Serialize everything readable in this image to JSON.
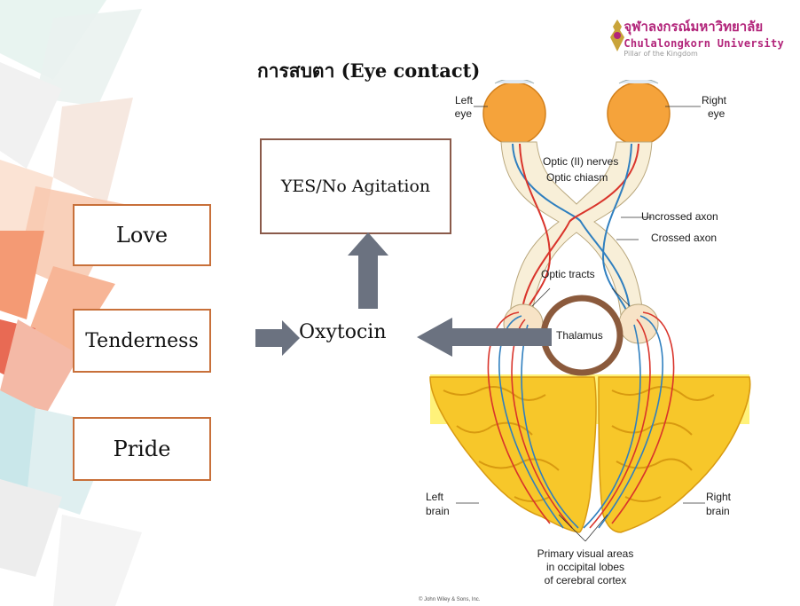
{
  "title": "การสบตา (Eye contact)",
  "university": {
    "name_th": "จุฬาลงกรณ์มหาวิทยาลัย",
    "name_en": "Chulalongkorn University",
    "motto": "Pillar of the Kingdom",
    "brand_color": "#b2247a"
  },
  "emotions": [
    "Love",
    "Tenderness",
    "Pride"
  ],
  "agitation_box": "YES/No Agitation",
  "hormone": "Oxytocin",
  "figure_labels": {
    "left_eye": "Left eye",
    "right_eye": "Right eye",
    "optic_nerves": "Optic (II) nerves",
    "optic_chiasm": "Optic chiasm",
    "uncrossed_axon": "Uncrossed axon",
    "crossed_axon": "Crossed axon",
    "optic_tracts": "Optic tracts",
    "thalamus": "Thalamus",
    "left_brain": "Left brain",
    "right_brain": "Right brain",
    "primary_visual_areas": "Primary visual areas in occipital lobes of cerebral cortex",
    "copyright": "© John Wiley & Sons, Inc."
  },
  "colors": {
    "box_border": "#c8703a",
    "arrow": "#6b7280",
    "eye": "#f5a33b",
    "brain": "#f7c72a",
    "cortex_bg": "#fff27a",
    "thalamus_ring": "#8b5a3c",
    "red_axon": "#d9342b",
    "blue_axon": "#2f7fbf"
  }
}
